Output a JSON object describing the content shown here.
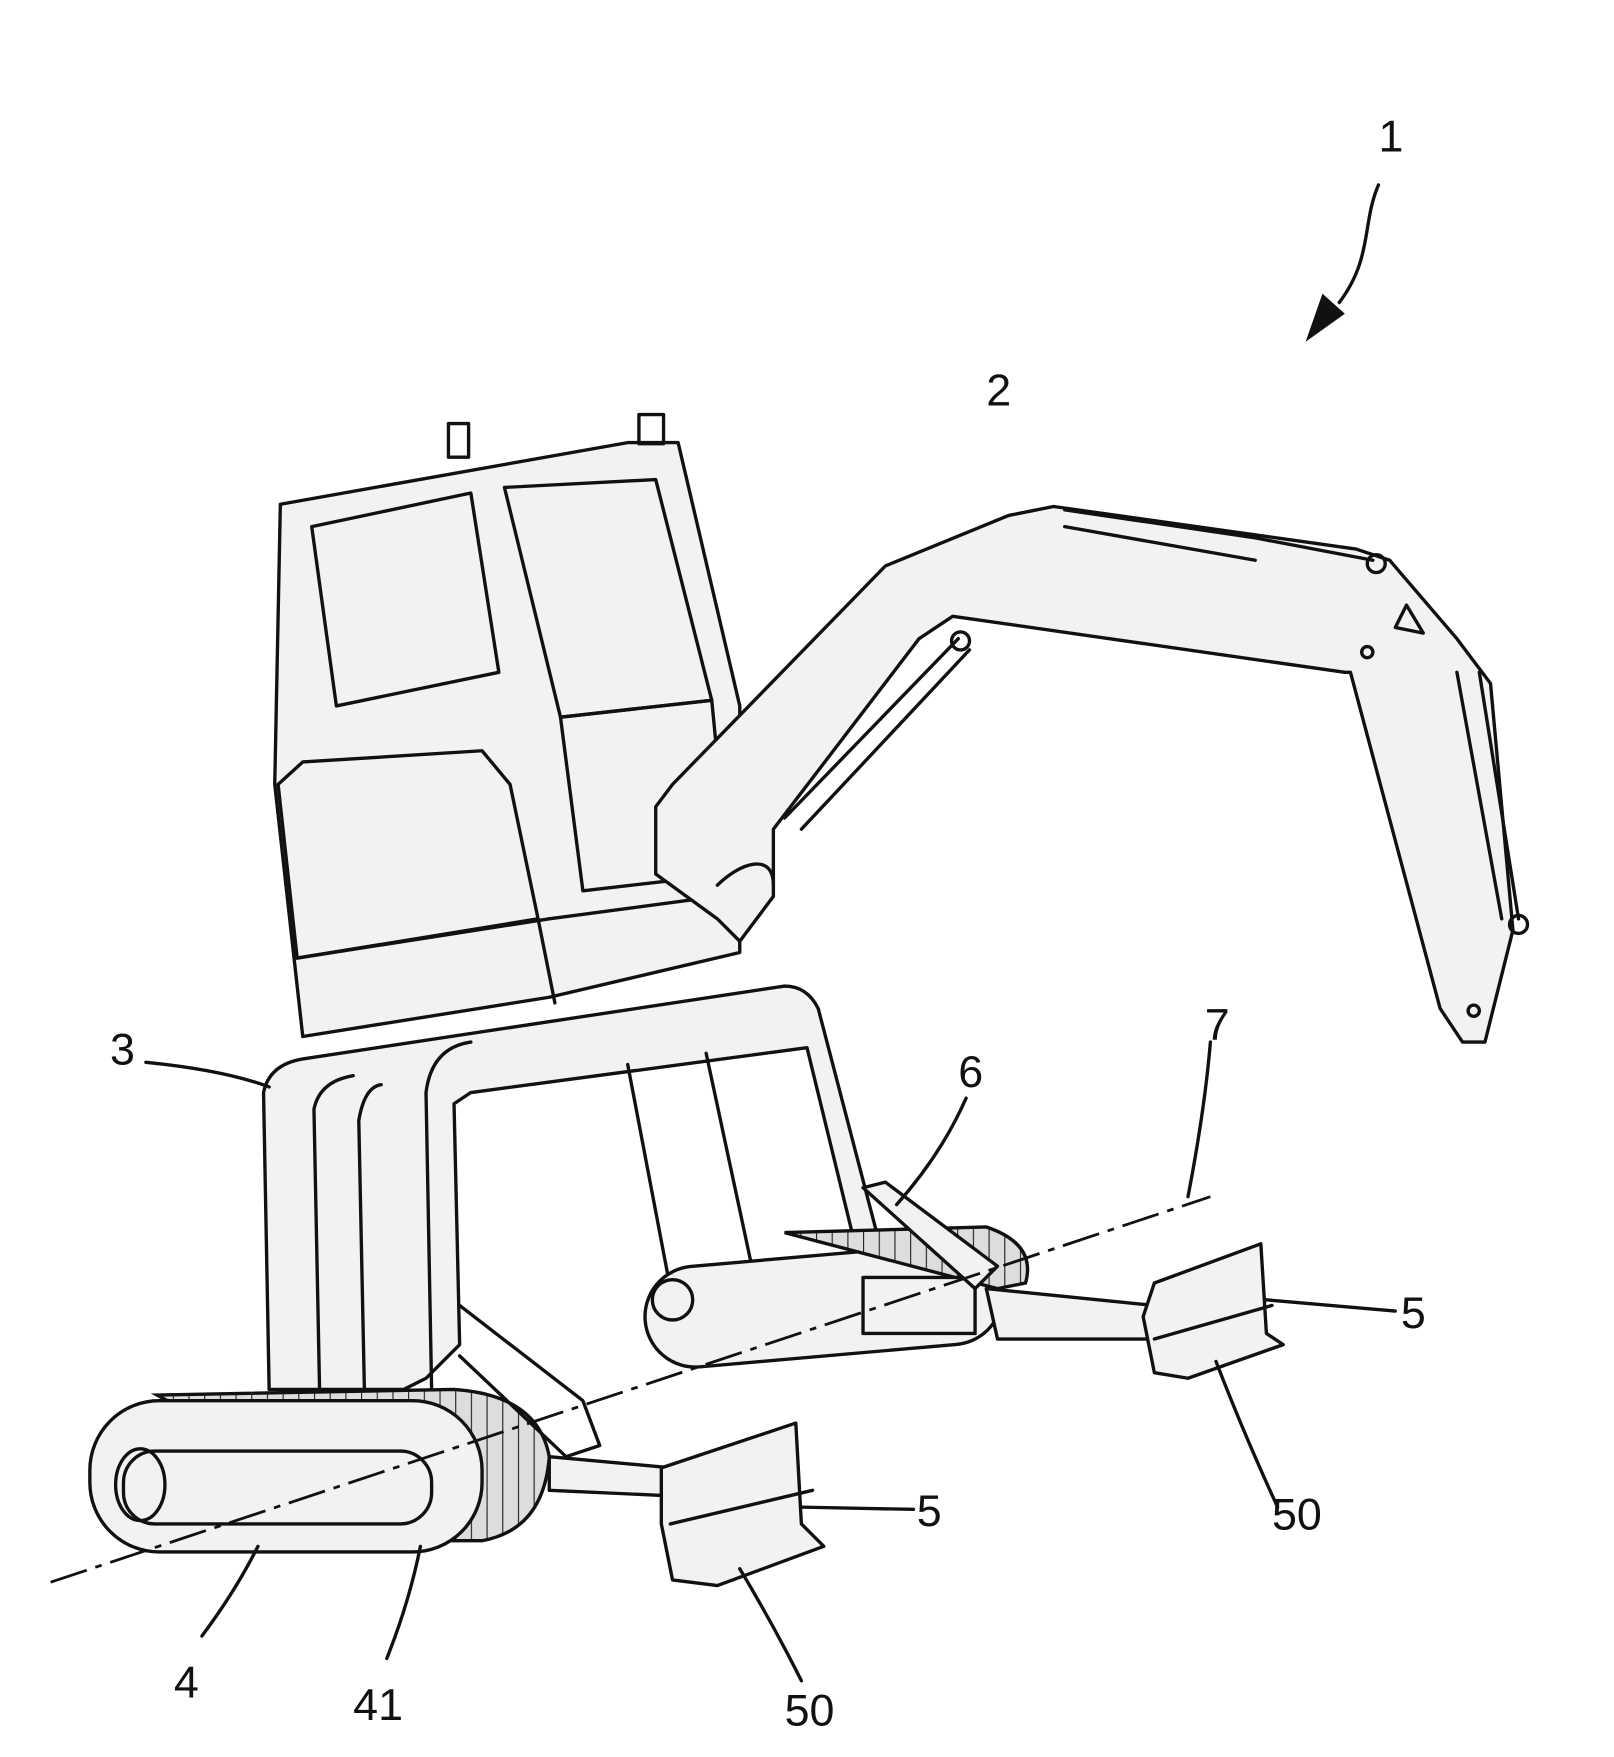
{
  "figure": {
    "labels": {
      "machine": "1",
      "boom": "2",
      "frame": "3",
      "crawler_left": "4",
      "crawler_track": "41",
      "blade_left": "5",
      "blade_right": "5",
      "blade_edge_left": "50",
      "blade_edge_right": "50",
      "blade_arm": "6",
      "axis": "7"
    }
  }
}
